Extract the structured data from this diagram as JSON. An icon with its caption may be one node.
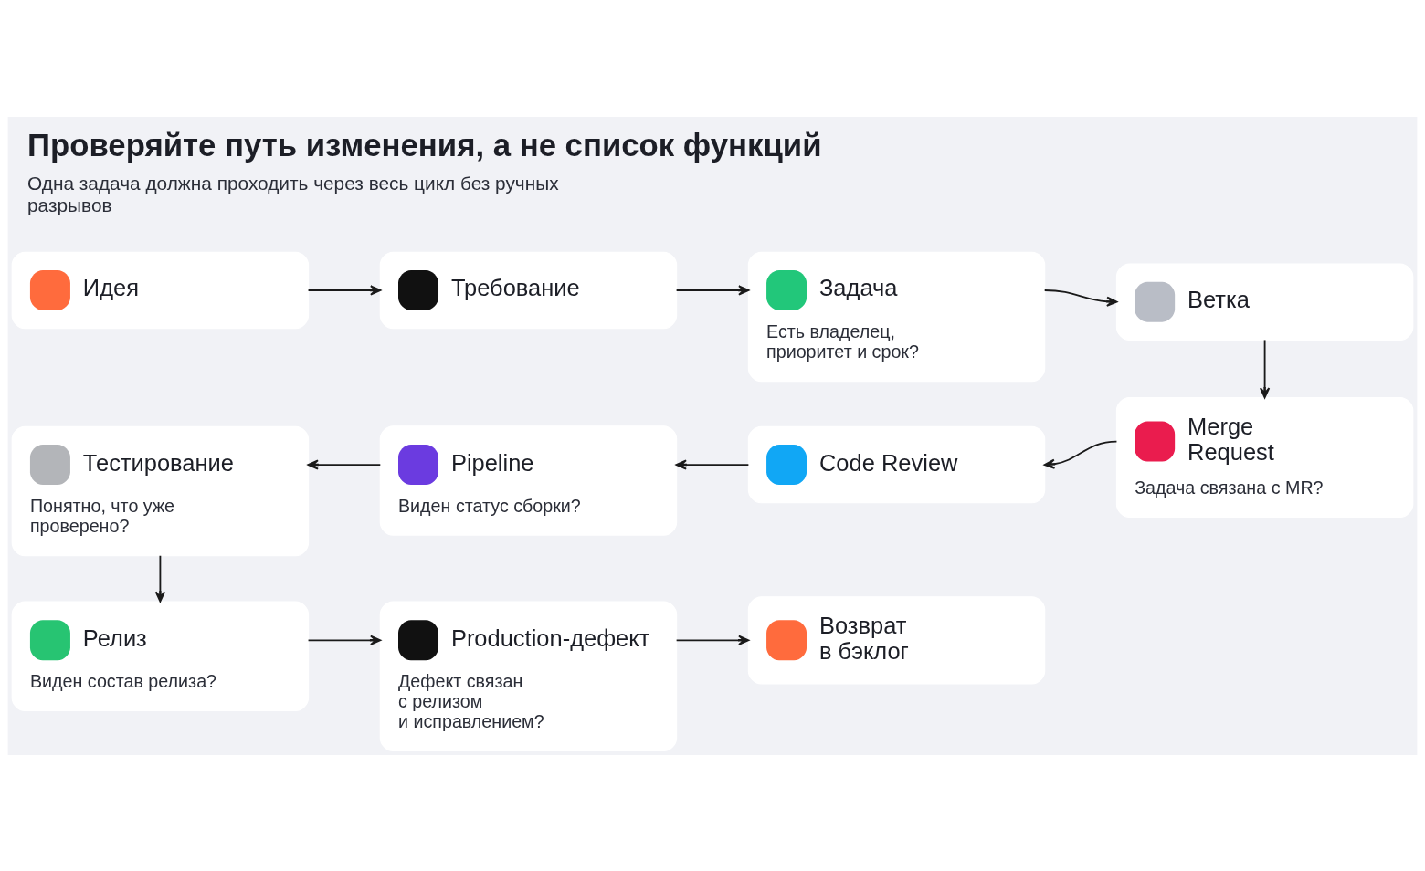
{
  "diagram": {
    "title": "Проверяйте путь изменения, а не список функций",
    "caption": "Одна задача должна проходить через весь цикл без ручных разрывов",
    "nodes": [
      {
        "text": [
          "Идея"
        ]
      },
      {
        "text": [
          "Требование"
        ]
      },
      {
        "text": [
          "Задача",
          "Есть владелец, приоритет и срок?"
        ]
      },
      {
        "text": [
          "Ветка"
        ]
      },
      {
        "text": [
          "Merge Request",
          "Задача связана с MR?"
        ]
      },
      {
        "text": [
          "Code Review"
        ]
      },
      {
        "text": [
          "Pipeline",
          "Виден статус сборки?"
        ]
      },
      {
        "text": [
          "Тестирование",
          "Понятно, что уже проверено?"
        ]
      },
      {
        "text": [
          "Релиз",
          "Виден состав релиза?"
        ]
      },
      {
        "text": [
          "Production-дефект",
          "Дефект связан с релизом и исправлением?"
        ]
      },
      {
        "text": [
          "Возврат в бэклог"
        ]
      }
    ],
    "edges": [
      {
        "from": 0,
        "to": 1,
        "arrow": "to"
      },
      {
        "from": 1,
        "to": 2,
        "arrow": "to"
      },
      {
        "from": 2,
        "to": 3,
        "arrow": "to"
      },
      {
        "from": 3,
        "to": 4,
        "arrow": "to"
      },
      {
        "from": 4,
        "to": 5,
        "arrow": "to"
      },
      {
        "from": 5,
        "to": 6,
        "arrow": "to"
      },
      {
        "from": 6,
        "to": 7,
        "arrow": "to"
      },
      {
        "from": 7,
        "to": 8,
        "arrow": "to"
      },
      {
        "from": 8,
        "to": 9,
        "arrow": "to"
      },
      {
        "from": 9,
        "to": 10,
        "arrow": "to"
      }
    ]
  }
}
